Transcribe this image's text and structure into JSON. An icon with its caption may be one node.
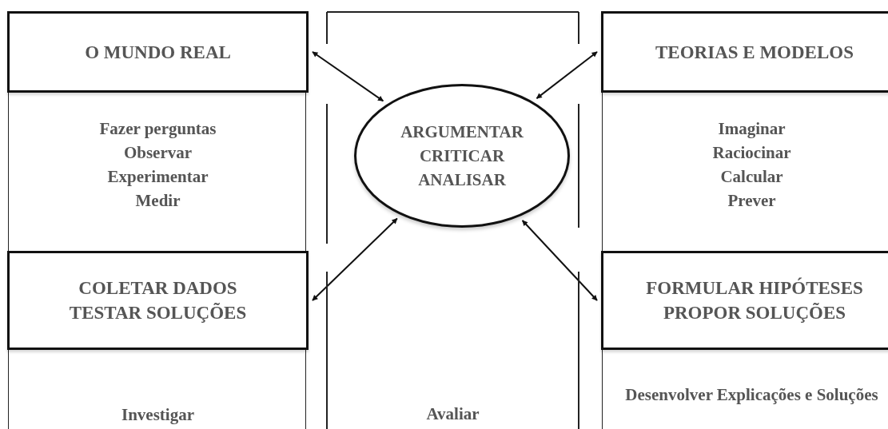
{
  "diagram": {
    "nodes": [
      {
        "text": [
          "Fazer perguntas",
          "Observar",
          "Experimentar",
          "Medir",
          "Investigar"
        ]
      },
      {
        "text": [
          "O MUNDO REAL"
        ],
        "in": 0
      },
      {
        "text": [
          "COLETAR DADOS",
          "TESTAR SOLUÇÕES"
        ],
        "in": 0
      },
      {
        "text": [
          "Avaliar"
        ]
      },
      {
        "text": [
          "ARGUMENTAR",
          "CRITICAR",
          "ANALISAR"
        ],
        "in": 3
      },
      {
        "text": [
          "Imaginar",
          "Raciocinar",
          "Calcular",
          "Prever",
          "Desenvolver Explicações e Soluções"
        ]
      },
      {
        "text": [
          "TEORIAS E MODELOS"
        ],
        "in": 5
      },
      {
        "text": [
          "FORMULAR HIPÓTESES",
          "PROPOR SOLUÇÕES"
        ],
        "in": 5
      }
    ],
    "edges": [
      {
        "from": 1,
        "to": 4,
        "arrow": "both"
      },
      {
        "from": 6,
        "to": 4,
        "arrow": "both"
      },
      {
        "from": 2,
        "to": 4,
        "arrow": "both"
      },
      {
        "from": 7,
        "to": 4,
        "arrow": "both"
      }
    ]
  }
}
